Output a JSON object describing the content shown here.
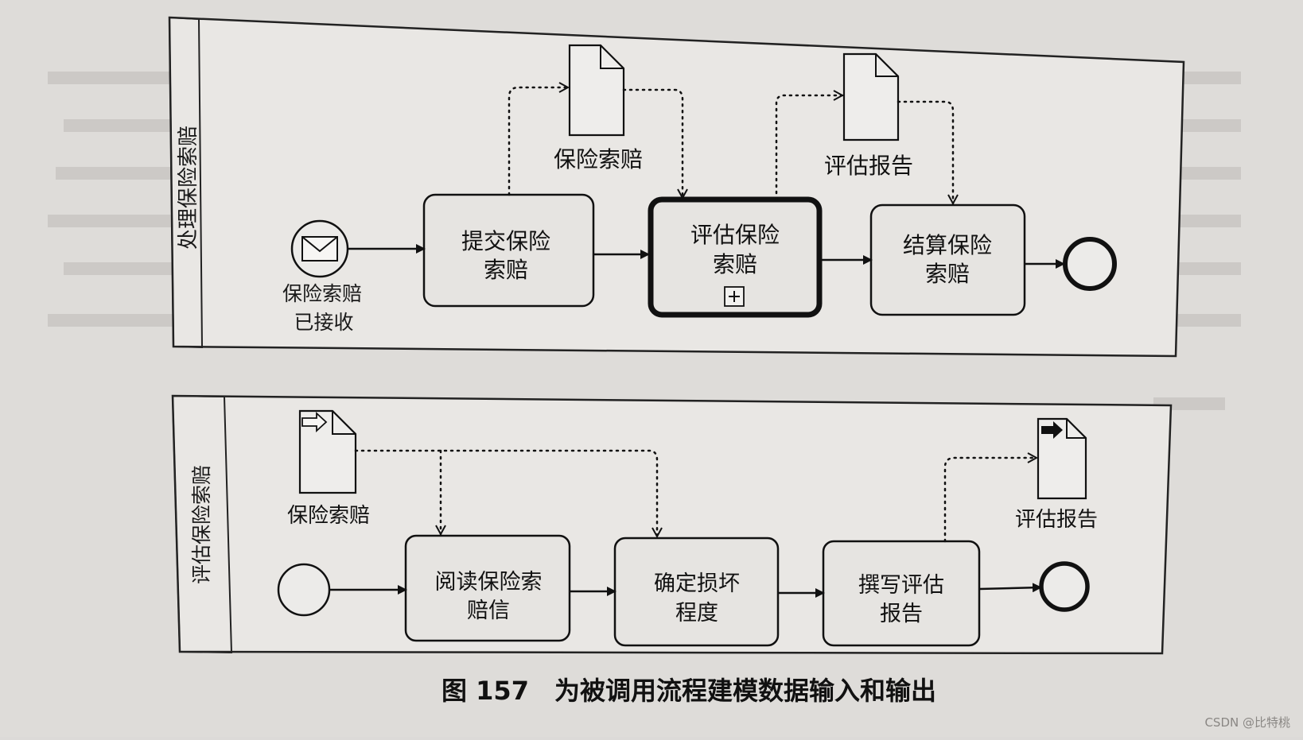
{
  "pool1": {
    "name": "处理保险索赔",
    "start_event": "保险索赔已接收",
    "tasks": [
      {
        "label_lines": [
          "提交保险",
          "索赔"
        ]
      },
      {
        "label_lines": [
          "评估保险",
          "索赔"
        ]
      },
      {
        "label_lines": [
          "结算保险",
          "索赔"
        ]
      }
    ],
    "data_objects": [
      "保险索赔",
      "评估报告"
    ]
  },
  "pool2": {
    "name": "评估保险索赔",
    "tasks": [
      {
        "label_lines": [
          "阅读保险索",
          "赔信"
        ]
      },
      {
        "label_lines": [
          "确定损坏",
          "程度"
        ]
      },
      {
        "label_lines": [
          "撰写评估",
          "报告"
        ]
      }
    ],
    "data_input": "保险索赔",
    "data_output": "评估报告"
  },
  "caption": "图 157　为被调用流程建模数据输入和输出",
  "watermark": "CSDN @比特桃"
}
